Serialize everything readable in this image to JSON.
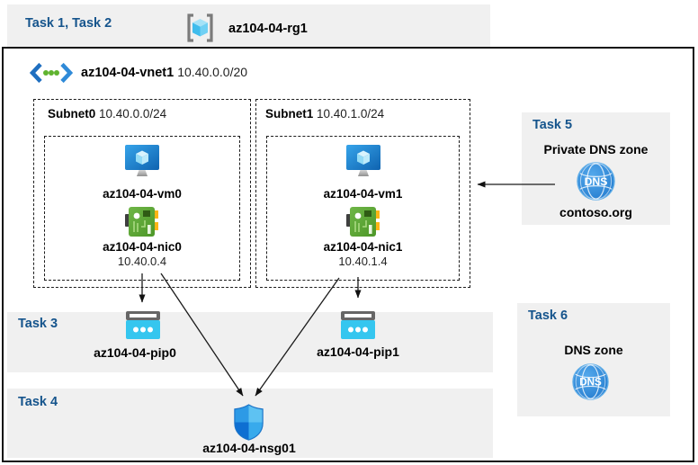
{
  "header": {
    "task_label": "Task 1, Task 2",
    "resource_group": "az104-04-rg1"
  },
  "vnet": {
    "name": "az104-04-vnet1",
    "cidr": "10.40.0.0/20"
  },
  "subnets": [
    {
      "name": "Subnet0",
      "cidr": "10.40.0.0/24",
      "vm": "az104-04-vm0",
      "nic": "az104-04-nic0",
      "nic_ip": "10.40.0.4"
    },
    {
      "name": "Subnet1",
      "cidr": "10.40.1.0/24",
      "vm": "az104-04-vm1",
      "nic": "az104-04-nic1",
      "nic_ip": "10.40.1.4"
    }
  ],
  "task3": {
    "label": "Task 3",
    "pips": [
      "az104-04-pip0",
      "az104-04-pip1"
    ]
  },
  "task4": {
    "label": "Task 4",
    "nsg": "az104-04-nsg01"
  },
  "task5": {
    "label": "Task 5",
    "title": "Private DNS zone",
    "zone_name": "contoso.org",
    "dns_icon_text": "DNS"
  },
  "task6": {
    "label": "Task 6",
    "title": "DNS zone",
    "dns_icon_text": "DNS"
  },
  "colors": {
    "task_label_blue": "#15548c",
    "panel_gray": "#f0f0f0",
    "vm_blue": "#1e7fd0",
    "nic_green": "#5ea636",
    "pip_cyan": "#35c6ef",
    "dns_blue": "#2e86d6",
    "nsg_blue": "#1372d4"
  }
}
